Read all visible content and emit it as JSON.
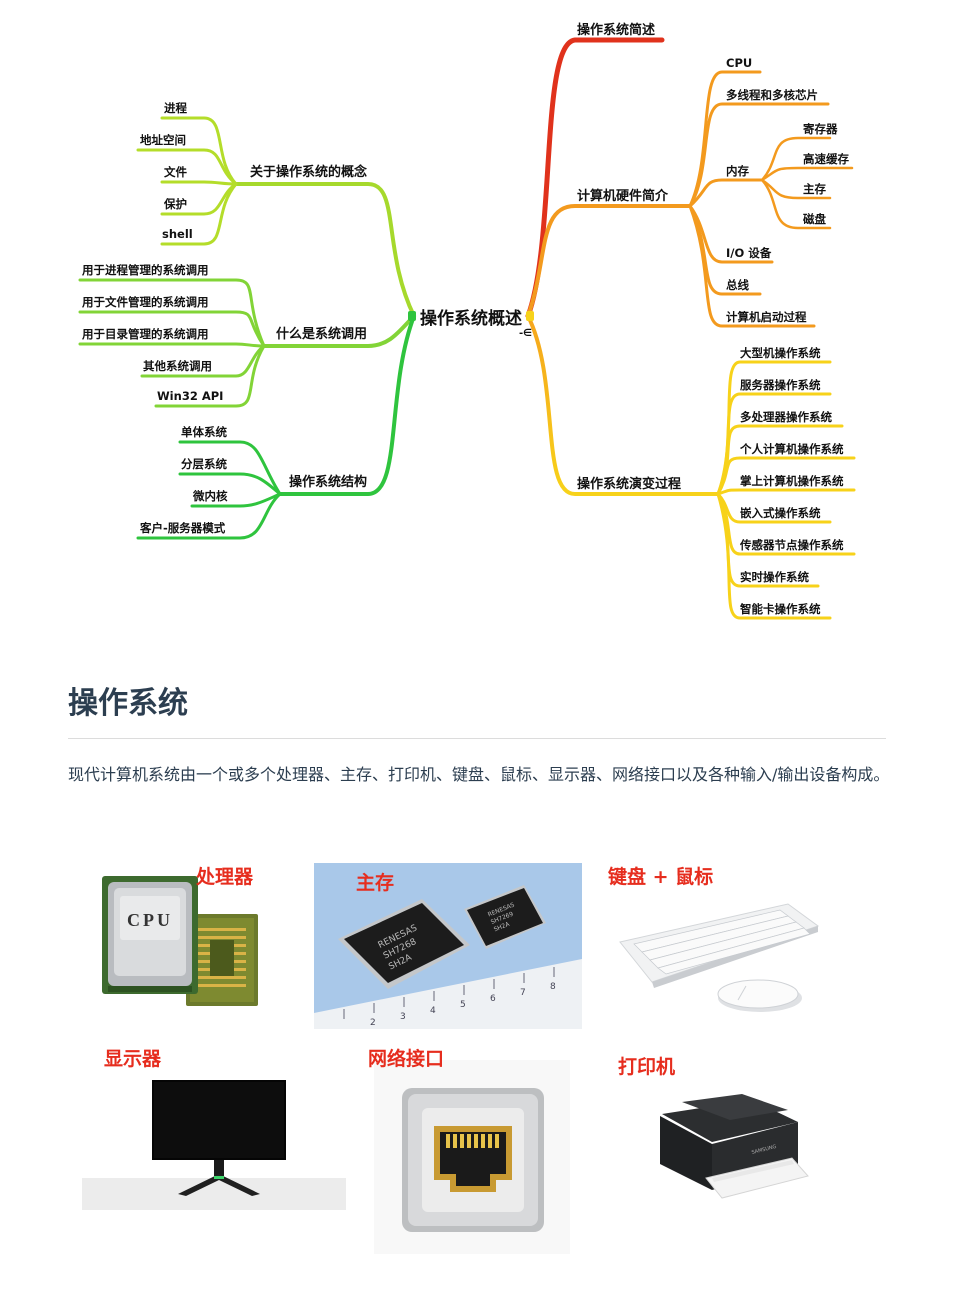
{
  "mindmap": {
    "root": "操作系统概述",
    "left_branches": [
      {
        "label": "关于操作系统的概念",
        "children": [
          "进程",
          "地址空间",
          "文件",
          "保护",
          "shell"
        ]
      },
      {
        "label": "什么是系统调用",
        "children": [
          "用于进程管理的系统调用",
          "用于文件管理的系统调用",
          "用于目录管理的系统调用",
          "其他系统调用",
          "Win32 API"
        ]
      },
      {
        "label": "操作系统结构",
        "children": [
          "单体系统",
          "分层系统",
          "微内核",
          "客户-服务器模式"
        ]
      }
    ],
    "right_branches": [
      {
        "label": "操作系统简述",
        "children": []
      },
      {
        "label": "计算机硬件简介",
        "children": [
          "CPU",
          "多线程和多核芯片",
          "内存",
          "I/O 设备",
          "总线",
          "计算机启动过程"
        ],
        "memory_children": [
          "寄存器",
          "高速缓存",
          "主存",
          "磁盘"
        ]
      },
      {
        "label": "操作系统演变过程",
        "children": [
          "大型机操作系统",
          "服务器操作系统",
          "多处理器操作系统",
          "个人计算机操作系统",
          "掌上计算机操作系统",
          "嵌入式操作系统",
          "传感器节点操作系统",
          "实时操作系统",
          "智能卡操作系统"
        ]
      }
    ]
  },
  "section": {
    "title": "操作系统",
    "paragraph": "现代计算机系统由一个或多个处理器、主存、打印机、键盘、鼠标、显示器、网络接口以及各种输入/输出设备构成。"
  },
  "images": {
    "cpu_label": "处理器",
    "cpu_chip_text": "CPU",
    "memory_label": "主存",
    "chip_big_text": [
      "RENESAS",
      "SH7268",
      "SH2A"
    ],
    "chip_small_text": [
      "RENESAS",
      "SH7269",
      "SH2A"
    ],
    "ruler_numbers": [
      "2",
      "3",
      "4",
      "5",
      "6",
      "7",
      "8"
    ],
    "keyboard_label": "键盘 + 鼠标",
    "monitor_label": "显示器",
    "network_label": "网络接口",
    "printer_label": "打印机",
    "printer_brand": "SAMSUNG"
  },
  "colors": {
    "red": "#e0321c",
    "orange": "#f39a1e",
    "yellow": "#f7d21a",
    "lime": "#a6d92c",
    "green": "#2fc43e",
    "label_red": "#e62d1e",
    "title": "#2c3e50"
  }
}
